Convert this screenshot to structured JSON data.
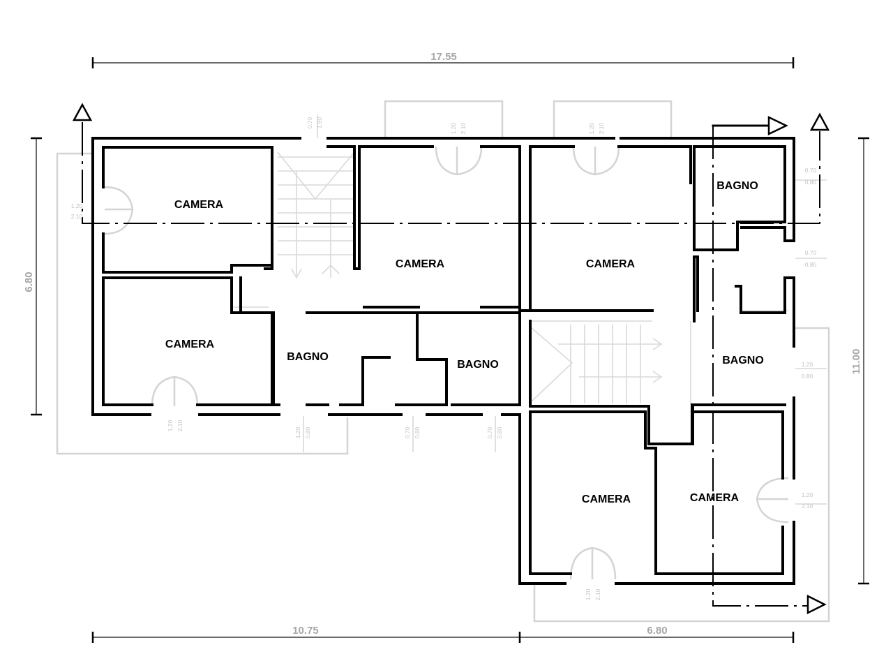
{
  "dimensions": {
    "top_total": "17.55",
    "left_height": "6.80",
    "right_height": "11.00",
    "bottom_left": "10.75",
    "bottom_right": "6.80"
  },
  "rooms": {
    "camera_1": "CAMERA",
    "camera_2": "CAMERA",
    "camera_3": "CAMERA",
    "camera_4": "CAMERA",
    "camera_5": "CAMERA",
    "camera_6": "CAMERA",
    "bagno_1": "BAGNO",
    "bagno_2": "BAGNO",
    "bagno_3": "BAGNO",
    "bagno_4": "BAGNO"
  },
  "openings": {
    "w_left_top": "1.20",
    "w_left_bot": "2.10",
    "w_stair_top": "0.70",
    "w_stair_bot": "1.90",
    "w_top1_a": "1.20",
    "w_top1_b": "2.10",
    "w_top2_a": "1.20",
    "w_top2_b": "2.10",
    "w_r1_top": "0.70",
    "w_r1_bot": "0.80",
    "w_r2_top": "0.70",
    "w_r2_bot": "0.80",
    "w_r3_top": "1.20",
    "w_r3_bot": "0.80",
    "w_r4_top": "1.20",
    "w_r4_bot": "2.10",
    "w_b1_a": "1.20",
    "w_b1_b": "2.10",
    "w_b2_a": "1.20",
    "w_b2_b": "0.80",
    "w_b3_a": "0.70",
    "w_b3_b": "0.80",
    "w_b4_a": "0.70",
    "w_b4_b": "0.80",
    "w_b5_a": "1.20",
    "w_b5_b": "2.10"
  }
}
